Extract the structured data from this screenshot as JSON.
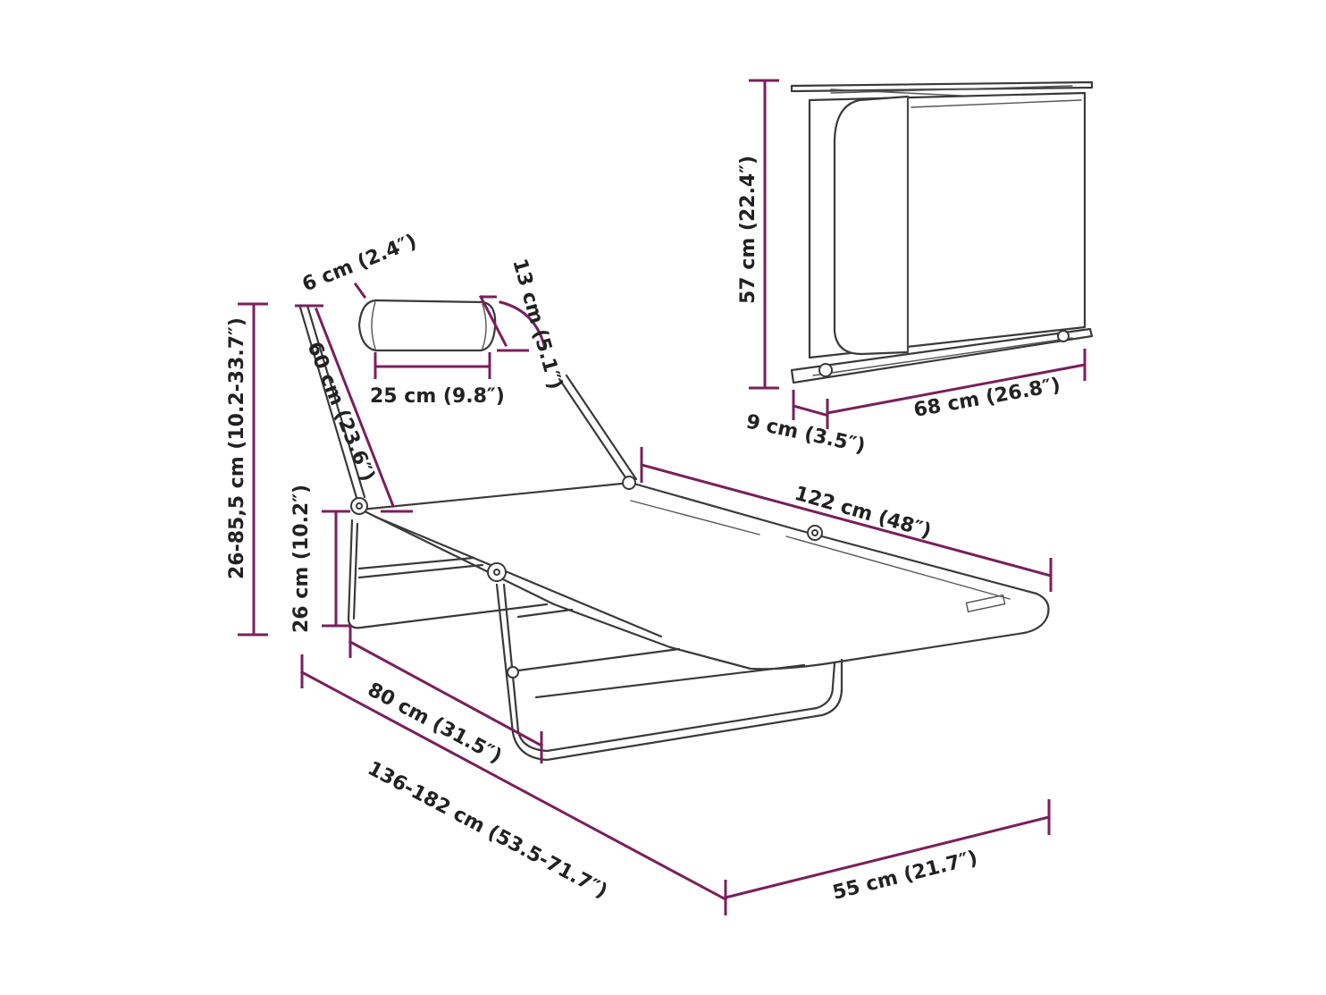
{
  "colors": {
    "dimension": "#7a1f5c",
    "outline": "#3a3a3a"
  },
  "dimensions": {
    "folded_height": "57 cm (22.4″)",
    "folded_length": "68 cm (26.8″)",
    "folded_thickness": "9 cm (3.5″)",
    "pillow_thickness": "6 cm (2.4″)",
    "pillow_height": "13 cm (5.1″)",
    "pillow_width": "25 cm (9.8″)",
    "backrest_length": "60 cm (23.6″)",
    "total_height": "26-85,5 cm (10.2-33.7″)",
    "seat_height": "26 cm (10.2″)",
    "bed_length": "122 cm (48″)",
    "leg_length": "80 cm (31.5″)",
    "total_length": "136-182 cm (53.5-71.7″)",
    "width": "55 cm (21.7″)"
  }
}
